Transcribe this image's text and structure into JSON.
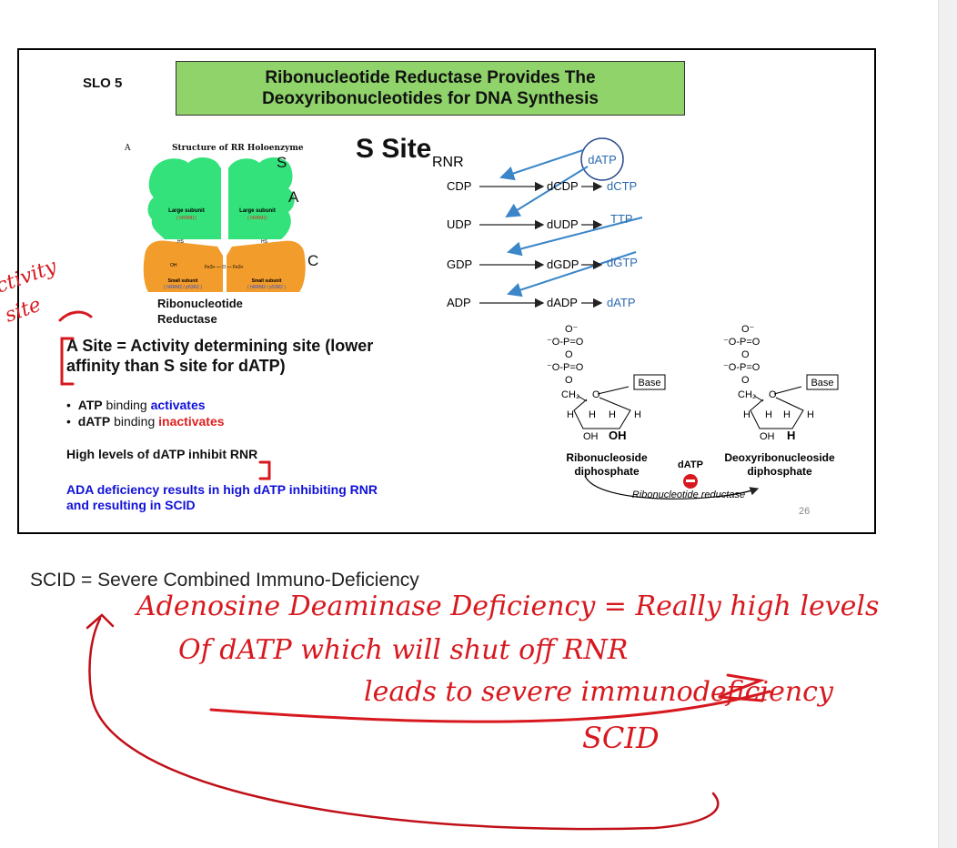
{
  "slide": {
    "slo": "SLO 5",
    "title_line1": "Ribonucleotide Reductase Provides The",
    "title_line2": "Deoxyribonucleotides for DNA Synthesis",
    "s_site": "S Site",
    "figure": {
      "letter": "A",
      "title": "Structure of RR Holoenzyme",
      "site_s": "S",
      "site_a": "A",
      "site_c": "C",
      "large_subunit": "Large subunit",
      "large_subunit_gene": "( hRRM1)",
      "small_subunit": "Small subunit",
      "small_subunit_gene": "( hRRM2 / p53R2 )",
      "hs": "HS",
      "oh": "OH",
      "iron": "Fe3+ — O — Fe3+",
      "caption_line1": "Ribonucleotide",
      "caption_line2": "Reductase"
    },
    "pathway": {
      "rnr": "RNR",
      "datp": "dATP",
      "rows": [
        {
          "substrate": "CDP",
          "deoxy": "dCDP",
          "product": "dCTP"
        },
        {
          "substrate": "UDP",
          "deoxy": "dUDP",
          "product": "TTP"
        },
        {
          "substrate": "GDP",
          "deoxy": "dGDP",
          "product": "dGTP"
        },
        {
          "substrate": "ADP",
          "deoxy": "dADP",
          "product": "dATP"
        }
      ]
    },
    "a_site_line1": "A Site = Activity determining site (lower",
    "a_site_line2": "affinity than S site for dATP)",
    "bullet1_bold": "ATP",
    "bullet1_mid": " binding ",
    "bullet1_color": "activates",
    "bullet2_bold": "dATP",
    "bullet2_mid": " binding ",
    "bullet2_color": "inactivates",
    "high_levels": "High levels of dATP inhibit RNR",
    "ada_line1": "ADA deficiency results in high dATP inhibiting RNR",
    "ada_line2": "and resulting in SCID",
    "chem": {
      "base": "Base",
      "ribo_line1": "Ribonucleoside",
      "ribo_line2": "diphosphate",
      "deoxy_line1": "Deoxyribonucleoside",
      "deoxy_line2": "diphosphate",
      "inhibitor": "dATP",
      "enzyme": "Ribonucleotide reductase"
    },
    "page_number": "26"
  },
  "scid_definition": "SCID = Severe Combined Immuno-Deficiency",
  "notes": {
    "margin": [
      "ctivity",
      "site"
    ],
    "line1": "Adenosine Deaminase Deficiency = Really high levels",
    "line2": "Of dATP      which will shut off RNR",
    "line3": "leads to severe  immunodeficiency",
    "line4": "SCID"
  },
  "colors": {
    "title_bg": "#8fd36a",
    "large_subunit": "#33e27a",
    "small_subunit": "#f29c2c",
    "arrow_blue": "#3a86c8",
    "text_blue": "#1010d8",
    "ink_red": "#d7191f"
  }
}
